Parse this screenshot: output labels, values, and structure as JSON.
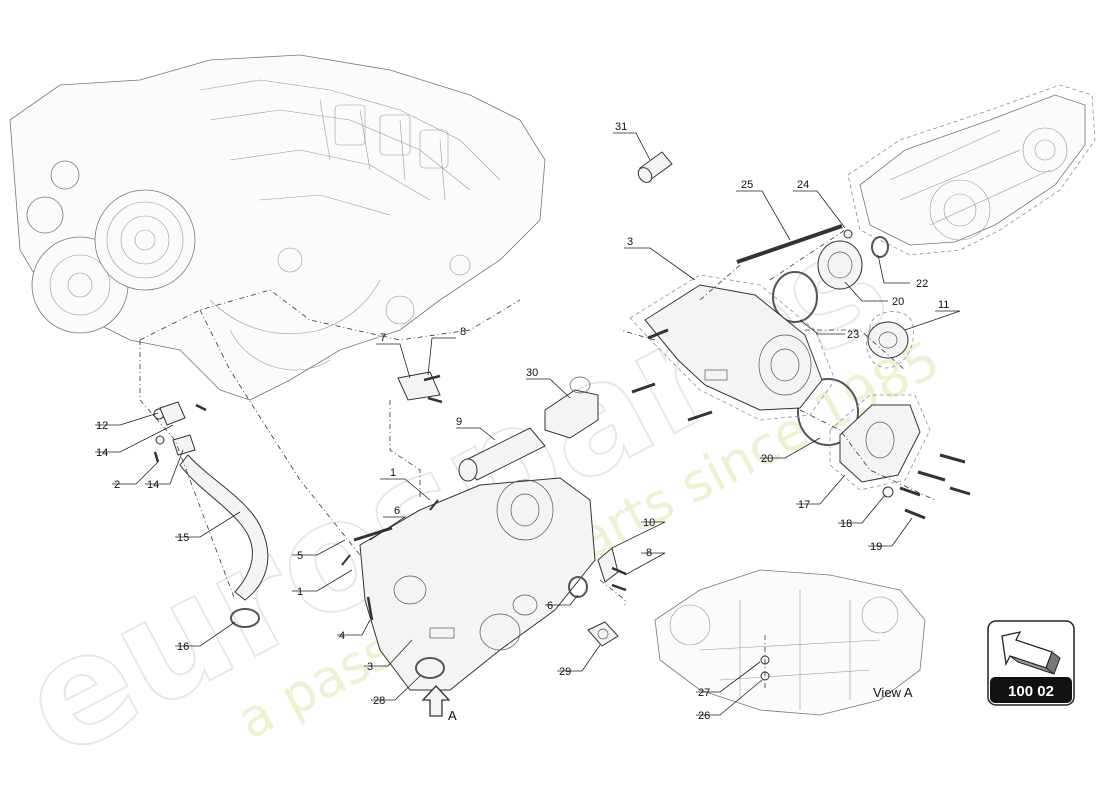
{
  "callouts": [
    {
      "id": "c31",
      "text": "31"
    },
    {
      "id": "c25",
      "text": "25"
    },
    {
      "id": "c24",
      "text": "24"
    },
    {
      "id": "c3a",
      "text": "3"
    },
    {
      "id": "c22",
      "text": "22"
    },
    {
      "id": "c20a",
      "text": "20"
    },
    {
      "id": "c23",
      "text": "23"
    },
    {
      "id": "c11",
      "text": "11"
    },
    {
      "id": "c8a",
      "text": "8"
    },
    {
      "id": "c7",
      "text": "7"
    },
    {
      "id": "c30",
      "text": "30"
    },
    {
      "id": "c9",
      "text": "9"
    },
    {
      "id": "c12",
      "text": "12"
    },
    {
      "id": "c14a",
      "text": "14"
    },
    {
      "id": "c2",
      "text": "2"
    },
    {
      "id": "c14b",
      "text": "14"
    },
    {
      "id": "c15",
      "text": "15"
    },
    {
      "id": "c1a",
      "text": "1"
    },
    {
      "id": "c6a",
      "text": "6"
    },
    {
      "id": "c5",
      "text": "5"
    },
    {
      "id": "c1b",
      "text": "1"
    },
    {
      "id": "c10",
      "text": "10"
    },
    {
      "id": "c8b",
      "text": "8"
    },
    {
      "id": "c6b",
      "text": "6"
    },
    {
      "id": "c20b",
      "text": "20"
    },
    {
      "id": "c17",
      "text": "17"
    },
    {
      "id": "c18",
      "text": "18"
    },
    {
      "id": "c19",
      "text": "19"
    },
    {
      "id": "c16",
      "text": "16"
    },
    {
      "id": "c4",
      "text": "4"
    },
    {
      "id": "c3b",
      "text": "3"
    },
    {
      "id": "c28",
      "text": "28"
    },
    {
      "id": "c29",
      "text": "29"
    },
    {
      "id": "c27",
      "text": "27"
    },
    {
      "id": "c26",
      "text": "26"
    }
  ],
  "view_arrow_label": "A",
  "view_label": "View A",
  "badge": {
    "text": "100 02"
  },
  "watermark": {
    "brand": "eurospares",
    "tagline": "a passion for parts since 1985"
  }
}
